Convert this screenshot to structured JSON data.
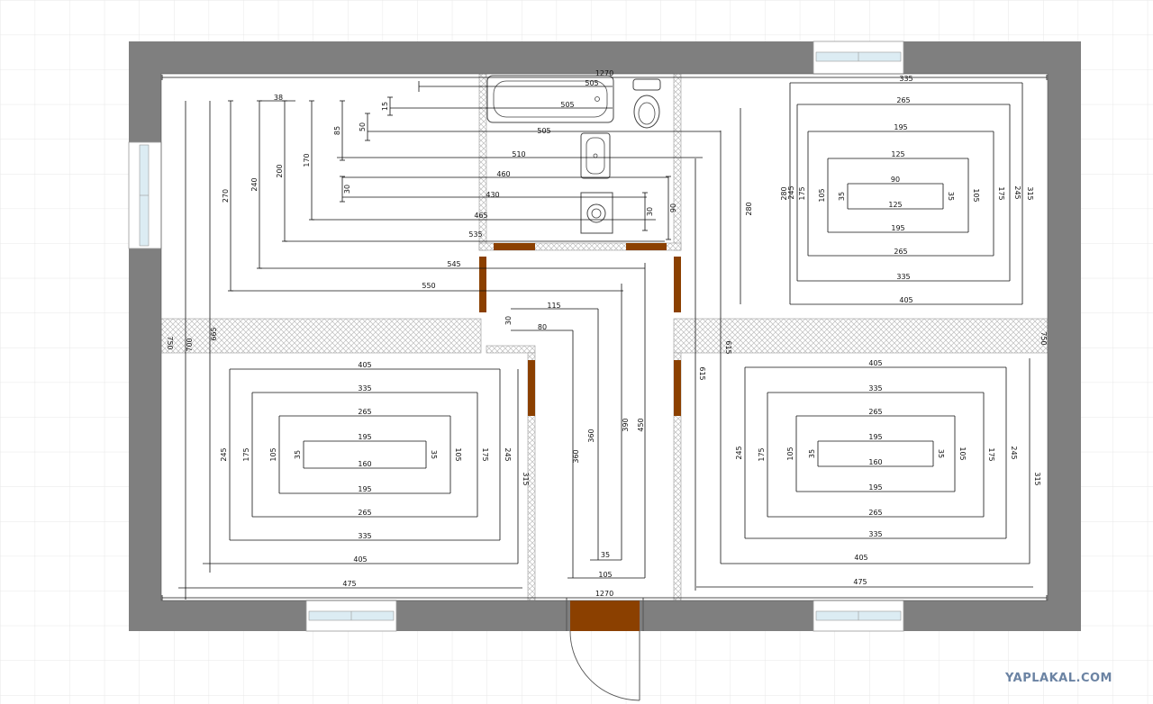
{
  "colors": {
    "wall": "#7f7f7f",
    "grid": "#e7e7e7",
    "door_panel": "#8b4000",
    "hatch": "#c9c9c9",
    "window": "#dcecf3",
    "watermark": "#6b83a3"
  },
  "watermark": "YAPLAKAL.COM",
  "dimensions": {
    "top_total": "1270",
    "bottom_total": "1270",
    "left_wall_750": "750",
    "right_wall_750": "750",
    "left_700": "700",
    "left_665": "665",
    "left_615": "615",
    "center_615": "615",
    "door_gap_30": "30",
    "corridor_115": "115",
    "corridor_80": "80",
    "bathroom": {
      "v85": "85",
      "v50": "50",
      "v15": "15",
      "v30": "30",
      "v30b": "30",
      "v90": "90",
      "v38": "38",
      "h505a": "505",
      "h505b": "505",
      "h505c": "505",
      "h510": "510",
      "h460": "460",
      "h430": "430",
      "h465": "465",
      "h535": "535",
      "h545": "545",
      "h550": "550",
      "v170": "170",
      "v200": "200",
      "v240": "240",
      "v270": "270"
    },
    "top_right": {
      "h335": "335",
      "h265": "265",
      "h195": "195",
      "h125": "125",
      "h90": "90",
      "h125b": "125",
      "h195b": "195",
      "h265b": "265",
      "h335b": "335",
      "h405": "405",
      "v280": "280",
      "v245": "245",
      "v175": "175",
      "v105": "105",
      "v35": "35",
      "v35b": "35",
      "v105b": "105",
      "v175b": "175",
      "v245b": "245",
      "v315": "315",
      "v280b": "280"
    },
    "bottom_left": {
      "h405": "405",
      "h335": "335",
      "h265": "265",
      "h195": "195",
      "h160": "160",
      "h195b": "195",
      "h265b": "265",
      "h335b": "335",
      "h405b": "405",
      "h475": "475",
      "v245": "245",
      "v175": "175",
      "v105": "105",
      "v35": "35",
      "v35b": "35",
      "v105b": "105",
      "v175b": "175",
      "v245b": "245",
      "v315": "315"
    },
    "corridor": {
      "v360a": "360",
      "v360b": "360",
      "v390": "390",
      "v450": "450",
      "h35": "35",
      "h105": "105"
    },
    "bottom_right": {
      "h405": "405",
      "h335": "335",
      "h265": "265",
      "h195": "195",
      "h160": "160",
      "h195b": "195",
      "h265b": "265",
      "h335b": "335",
      "h405b": "405",
      "h475": "475",
      "v245": "245",
      "v175": "175",
      "v105": "105",
      "v35": "35",
      "v35b": "35",
      "v105b": "105",
      "v175b": "175",
      "v245b": "245",
      "v315": "315"
    }
  }
}
